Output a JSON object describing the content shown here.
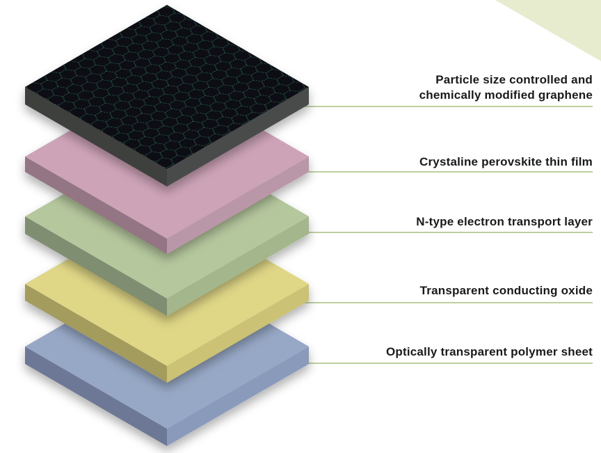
{
  "accent_color": "#a7bf7e",
  "corner_color": "#e6eccd",
  "layers": [
    {
      "label": "Particle size controlled and",
      "label2": "chemically modified graphene",
      "top": "#0e0c12",
      "left": "#3d3f3e",
      "right": "#4a4c4b",
      "pattern": "hexagonal-lattice",
      "pattern_color": "#2f7a55"
    },
    {
      "label": "Crystaline perovskite thin film",
      "top": "#cda3b7",
      "left": "#937484",
      "right": "#b996a8"
    },
    {
      "label": "N-type electron transport layer",
      "top": "#b5c79d",
      "left": "#7f8e6f",
      "right": "#a3b68c"
    },
    {
      "label": "Transparent conducting oxide",
      "top": "#dfd686",
      "left": "#a49c5d",
      "right": "#cbc276"
    },
    {
      "label": "Optically transparent polymer sheet",
      "top": "#97a8c6",
      "left": "#6c7895",
      "right": "#8a9aba"
    }
  ]
}
